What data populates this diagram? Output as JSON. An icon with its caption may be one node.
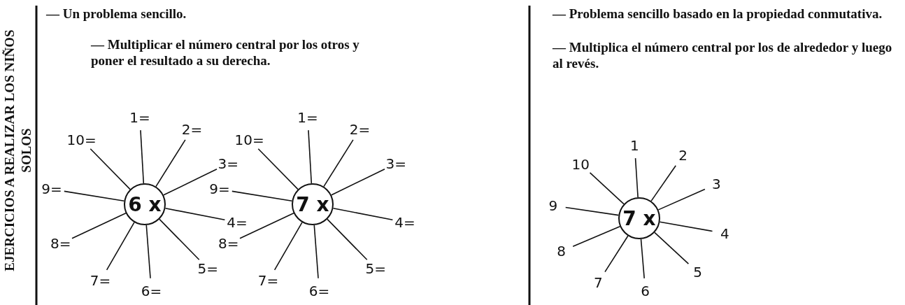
{
  "diagram": {
    "nodes": [
      {
        "text": [
          "6 x"
        ]
      },
      {
        "text": [
          "1="
        ]
      },
      {
        "text": [
          "2="
        ]
      },
      {
        "text": [
          "3="
        ]
      },
      {
        "text": [
          "4="
        ]
      },
      {
        "text": [
          "5="
        ]
      },
      {
        "text": [
          "6="
        ]
      },
      {
        "text": [
          "7="
        ]
      },
      {
        "text": [
          "8="
        ]
      },
      {
        "text": [
          "9="
        ]
      },
      {
        "text": [
          "10="
        ]
      },
      {
        "text": [
          "7 x"
        ]
      },
      {
        "text": [
          "1="
        ]
      },
      {
        "text": [
          "2="
        ]
      },
      {
        "text": [
          "3="
        ]
      },
      {
        "text": [
          "4="
        ]
      },
      {
        "text": [
          "5="
        ]
      },
      {
        "text": [
          "6="
        ]
      },
      {
        "text": [
          "7="
        ]
      },
      {
        "text": [
          "8="
        ]
      },
      {
        "text": [
          "9="
        ]
      },
      {
        "text": [
          "10="
        ]
      },
      {
        "text": [
          "7 x"
        ]
      },
      {
        "text": [
          "1"
        ]
      },
      {
        "text": [
          "2"
        ]
      },
      {
        "text": [
          "3"
        ]
      },
      {
        "text": [
          "4"
        ]
      },
      {
        "text": [
          "5"
        ]
      },
      {
        "text": [
          "6"
        ]
      },
      {
        "text": [
          "7"
        ]
      },
      {
        "text": [
          "8"
        ]
      },
      {
        "text": [
          "9"
        ]
      },
      {
        "text": [
          "10"
        ]
      }
    ],
    "edges": [
      {
        "from": 0,
        "to": 1,
        "arrow": "none"
      },
      {
        "from": 0,
        "to": 2,
        "arrow": "none"
      },
      {
        "from": 0,
        "to": 3,
        "arrow": "none"
      },
      {
        "from": 0,
        "to": 4,
        "arrow": "none"
      },
      {
        "from": 0,
        "to": 5,
        "arrow": "none"
      },
      {
        "from": 0,
        "to": 6,
        "arrow": "none"
      },
      {
        "from": 0,
        "to": 7,
        "arrow": "none"
      },
      {
        "from": 0,
        "to": 8,
        "arrow": "none"
      },
      {
        "from": 0,
        "to": 9,
        "arrow": "none"
      },
      {
        "from": 0,
        "to": 10,
        "arrow": "none"
      },
      {
        "from": 11,
        "to": 12,
        "arrow": "none"
      },
      {
        "from": 11,
        "to": 13,
        "arrow": "none"
      },
      {
        "from": 11,
        "to": 14,
        "arrow": "none"
      },
      {
        "from": 11,
        "to": 15,
        "arrow": "none"
      },
      {
        "from": 11,
        "to": 16,
        "arrow": "none"
      },
      {
        "from": 11,
        "to": 17,
        "arrow": "none"
      },
      {
        "from": 11,
        "to": 18,
        "arrow": "none"
      },
      {
        "from": 11,
        "to": 19,
        "arrow": "none"
      },
      {
        "from": 11,
        "to": 20,
        "arrow": "none"
      },
      {
        "from": 11,
        "to": 21,
        "arrow": "none"
      },
      {
        "from": 22,
        "to": 23,
        "arrow": "none"
      },
      {
        "from": 22,
        "to": 24,
        "arrow": "none"
      },
      {
        "from": 22,
        "to": 25,
        "arrow": "none"
      },
      {
        "from": 22,
        "to": 26,
        "arrow": "none"
      },
      {
        "from": 22,
        "to": 27,
        "arrow": "none"
      },
      {
        "from": 22,
        "to": 28,
        "arrow": "none"
      },
      {
        "from": 22,
        "to": 29,
        "arrow": "none"
      },
      {
        "from": 22,
        "to": 30,
        "arrow": "none"
      },
      {
        "from": 22,
        "to": 31,
        "arrow": "none"
      },
      {
        "from": 22,
        "to": 32,
        "arrow": "none"
      }
    ],
    "labels": [
      "EJERCICIOS A REALIZAR LOS NIÑOS SOLOS",
      "— Un problema sencillo.",
      "— Multiplicar el número central por los otros y poner el resultado a su derecha.",
      "— Problema sencillo basado en la propiedad conmutativa.",
      "— Multiplica el número central por los de alrededor y luego al revés."
    ]
  }
}
